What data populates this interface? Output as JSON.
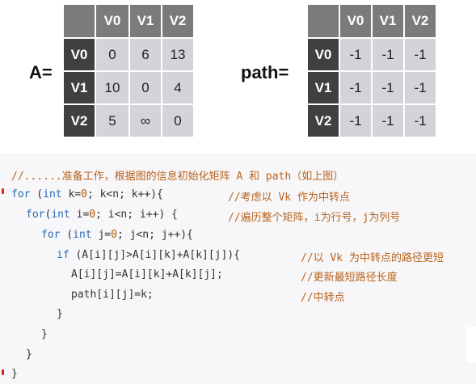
{
  "matrix_A": {
    "label": "A=",
    "col_headers": [
      "V0",
      "V1",
      "V2"
    ],
    "rows": [
      {
        "header": "V0",
        "cells": [
          "0",
          "6",
          "13"
        ]
      },
      {
        "header": "V1",
        "cells": [
          "10",
          "0",
          "4"
        ]
      },
      {
        "header": "V2",
        "cells": [
          "5",
          "∞",
          "0"
        ]
      }
    ]
  },
  "matrix_path": {
    "label": "path=",
    "col_headers": [
      "V0",
      "V1",
      "V2"
    ],
    "rows": [
      {
        "header": "V0",
        "cells": [
          "-1",
          "-1",
          "-1"
        ]
      },
      {
        "header": "V1",
        "cells": [
          "-1",
          "-1",
          "-1"
        ]
      },
      {
        "header": "V2",
        "cells": [
          "-1",
          "-1",
          "-1"
        ]
      }
    ]
  },
  "code": {
    "comment_init": "//......准备工作，根据图的信息初始化矩阵 A 和 path（如上图）",
    "line_k": {
      "kw": "for",
      "pre": " (",
      "type": "int",
      "rest": " k=",
      "zero": "0",
      "tail": "; k<n; k++){",
      "comment": "//考虑以 Vk 作为中转点"
    },
    "line_i": {
      "kw": "for",
      "pre": "(",
      "type": "int",
      "rest": " i=",
      "zero": "0",
      "tail": "; i<n; i++) {",
      "comment": "//遍历整个矩阵，i为行号，j为列号"
    },
    "line_j": {
      "kw": "for",
      "pre": " (",
      "type": "int",
      "rest": " j=",
      "zero": "0",
      "tail": "; j<n; j++){"
    },
    "line_if": {
      "kw": "if",
      "tail": " (A[i][j]>A[i][k]+A[k][j]){",
      "comment": "//以 Vk 为中转点的路径更短"
    },
    "line_assign_a": {
      "code": "A[i][j]=A[i][k]+A[k][j];",
      "comment": "//更新最短路径长度"
    },
    "line_assign_path": {
      "code": "path[i][j]=k;",
      "comment": "//中转点"
    },
    "brace": "}"
  }
}
